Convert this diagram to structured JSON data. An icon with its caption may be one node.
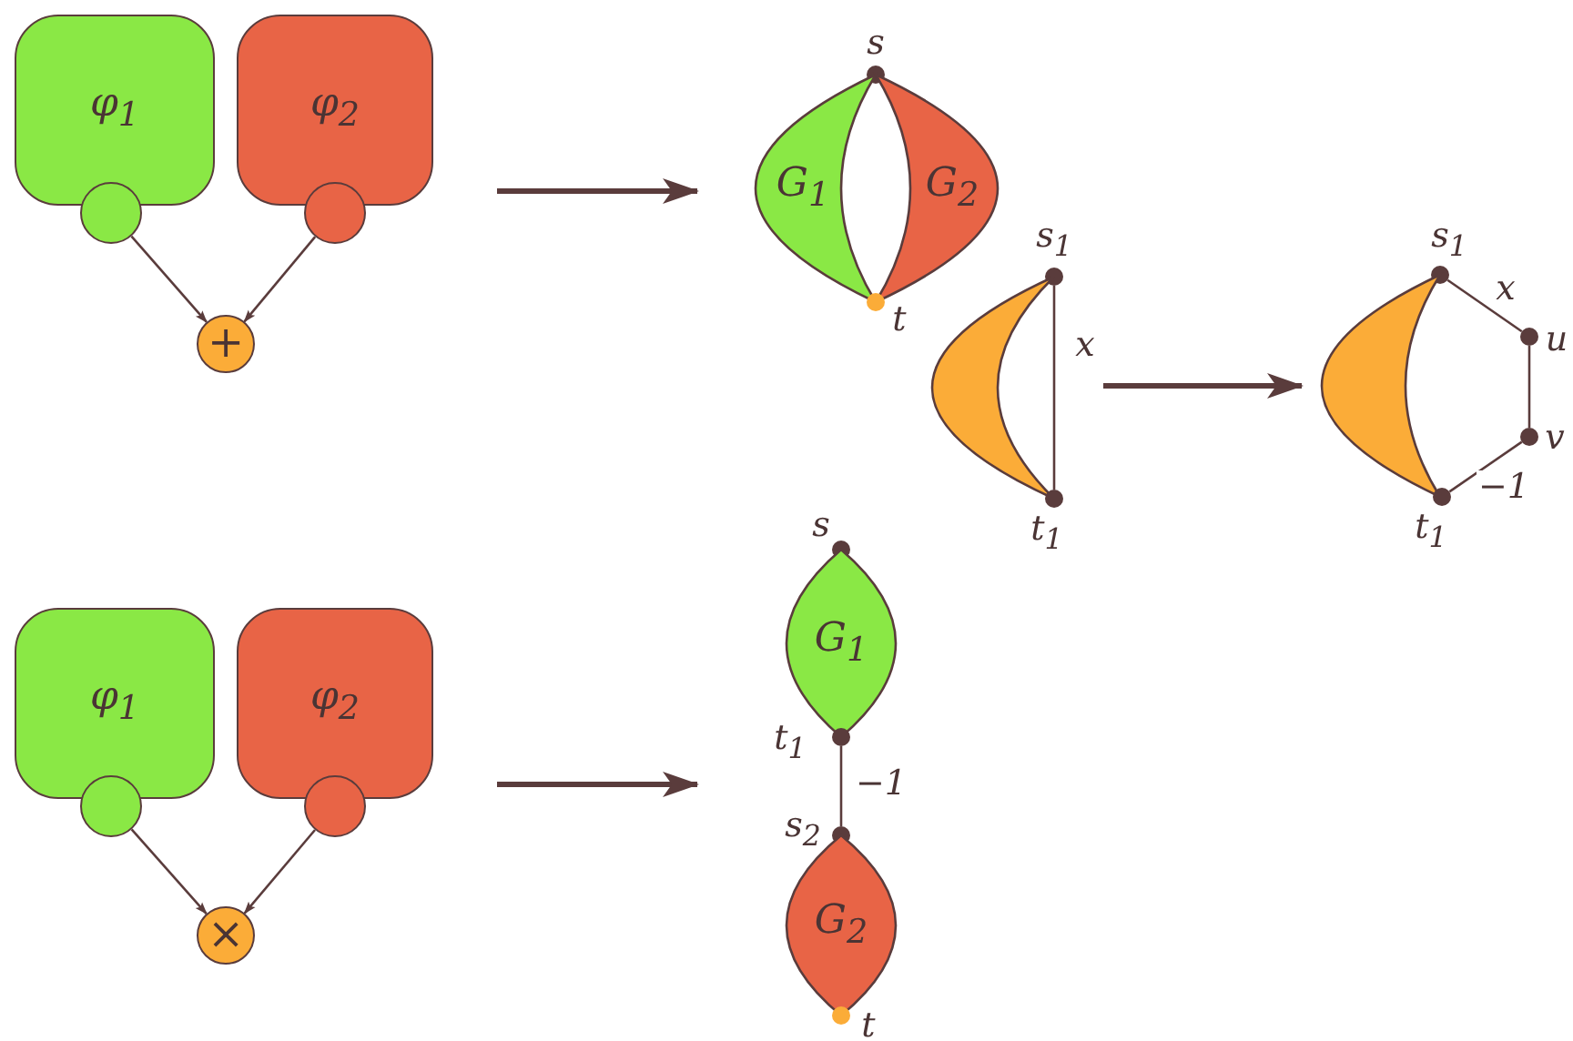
{
  "diagram": {
    "nodes": [
      {
        "text": [
          "φ$_{1}$"
        ]
      },
      {
        "text": [],
        "shape": "circle"
      },
      {
        "text": [
          "φ$_{2}$"
        ]
      },
      {
        "text": [],
        "shape": "circle"
      },
      {
        "text": [
          "+"
        ]
      },
      {
        "text": [],
        "shape": "circle",
        "beside": [
          "s"
        ]
      },
      {
        "text": [
          "G$_{1}$"
        ]
      },
      {
        "text": [
          "G$_{2}$"
        ]
      },
      {
        "text": [],
        "shape": "circle",
        "beside": [
          "t"
        ]
      },
      {
        "text": [],
        "shape": "circle",
        "beside": [
          "s$_{1}$"
        ]
      },
      {
        "text": [],
        "shape": "crescent"
      },
      {
        "text": [],
        "shape": "circle",
        "beside": [
          "t$_{1}$"
        ]
      },
      {
        "text": [],
        "shape": "circle",
        "beside": [
          "s$_{1}$"
        ]
      },
      {
        "text": [],
        "shape": "crescent"
      },
      {
        "text": [],
        "shape": "circle",
        "beside": [
          "u"
        ]
      },
      {
        "text": [],
        "shape": "circle",
        "beside": [
          "v"
        ]
      },
      {
        "text": [],
        "shape": "circle",
        "beside": [
          "t$_{1}$"
        ]
      },
      {
        "text": [
          "φ$_{1}$"
        ]
      },
      {
        "text": [],
        "shape": "circle"
      },
      {
        "text": [
          "φ$_{2}$"
        ]
      },
      {
        "text": [],
        "shape": "circle"
      },
      {
        "text": [
          "×"
        ]
      },
      {
        "text": [],
        "shape": "circle",
        "beside": [
          "s"
        ]
      },
      {
        "text": [
          "G$_{1}$"
        ]
      },
      {
        "text": [],
        "shape": "circle"
      },
      {
        "text": [],
        "shape": "circle",
        "beside": [
          "s$_{2}$"
        ]
      },
      {
        "text": [
          "G$_{2}$"
        ]
      },
      {
        "text": [],
        "shape": "circle",
        "beside": [
          "t"
        ]
      }
    ],
    "edges": [
      {
        "from": 1,
        "to": 4,
        "arrow": "to"
      },
      {
        "from": 3,
        "to": 4,
        "arrow": "to"
      },
      {
        "from": 9,
        "to": 11,
        "arrow": "none",
        "label": "x"
      },
      {
        "from": 12,
        "to": 14,
        "arrow": "none",
        "label": "x"
      },
      {
        "from": 14,
        "to": 15,
        "arrow": "none"
      },
      {
        "from": 15,
        "to": 16,
        "arrow": "none",
        "label": "−1"
      },
      {
        "from": 18,
        "to": 21,
        "arrow": "to"
      },
      {
        "from": 20,
        "to": 21,
        "arrow": "to"
      },
      {
        "from": 24,
        "to": 25,
        "arrow": "none",
        "label": "−1"
      }
    ],
    "labels": [
      "t$_{1}$"
    ]
  }
}
